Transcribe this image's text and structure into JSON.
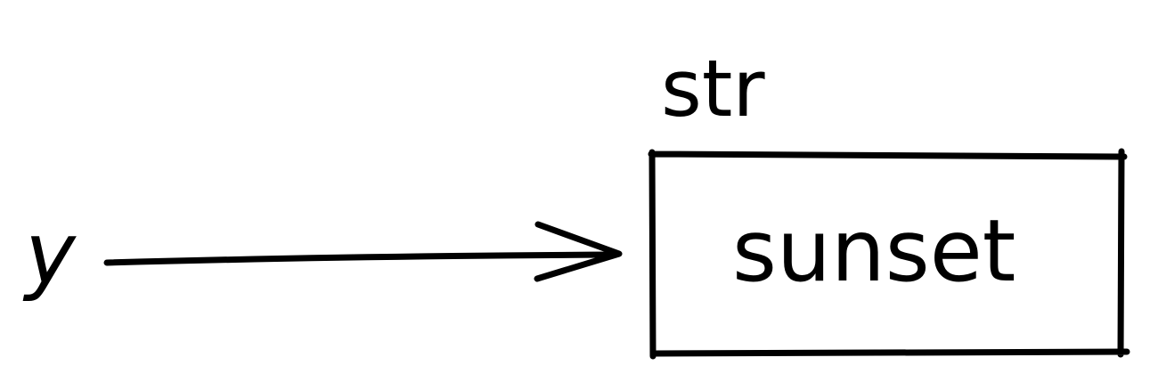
{
  "diagram": {
    "variable": {
      "name": "y"
    },
    "object": {
      "type": "str",
      "value": "sunset"
    }
  }
}
